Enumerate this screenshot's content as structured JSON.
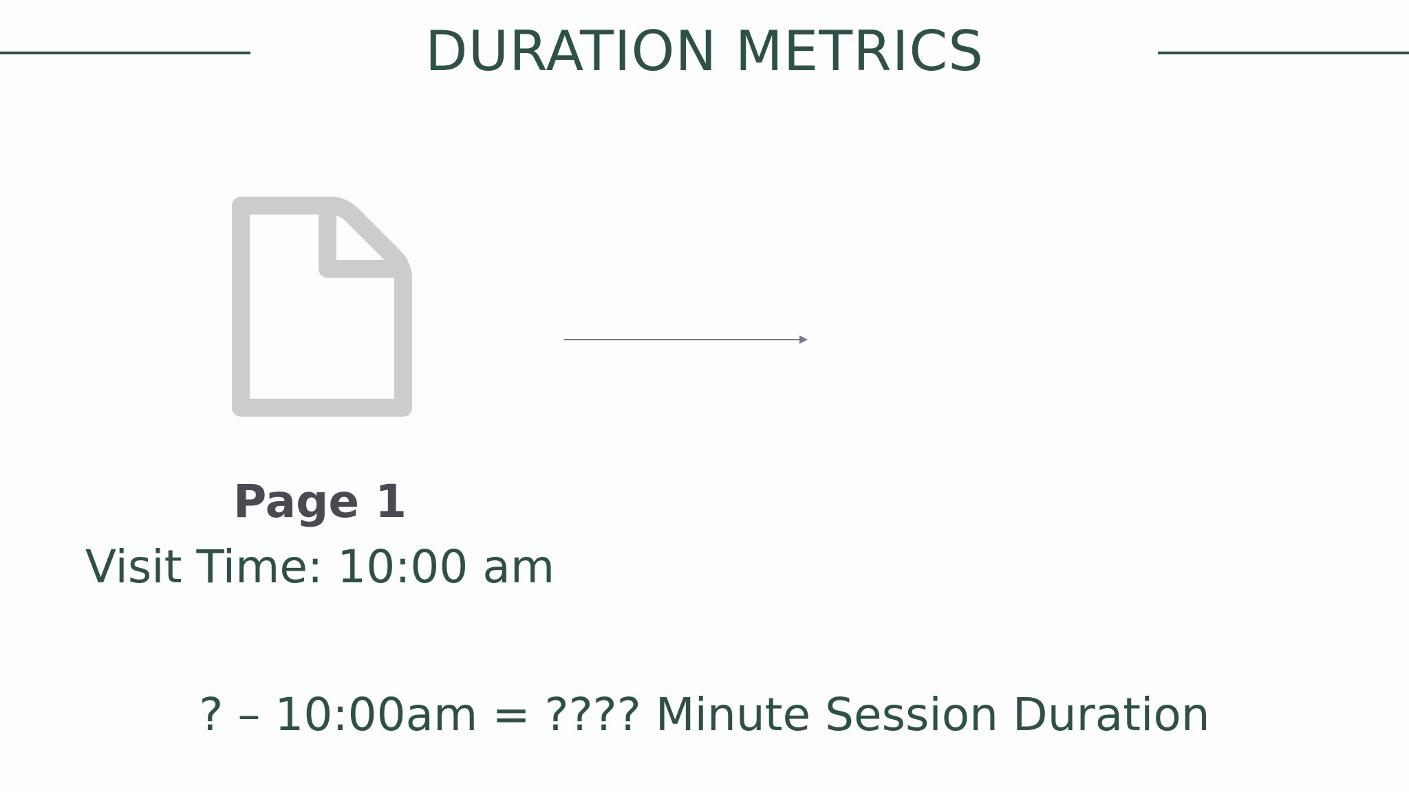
{
  "slide": {
    "title": "DURATION METRICS",
    "page": {
      "label": "Page 1",
      "visit_time": "Visit Time: 10:00 am",
      "icon": "document-icon"
    },
    "arrow_icon": "arrow-right-icon",
    "formula": "? – 10:00am = ???? Minute Session Duration"
  },
  "colors": {
    "accent": "#2d5047",
    "icon": "#cdcbcd",
    "label": "#4a4a52",
    "arrow": "#777788",
    "background": "#fdfdfd"
  }
}
